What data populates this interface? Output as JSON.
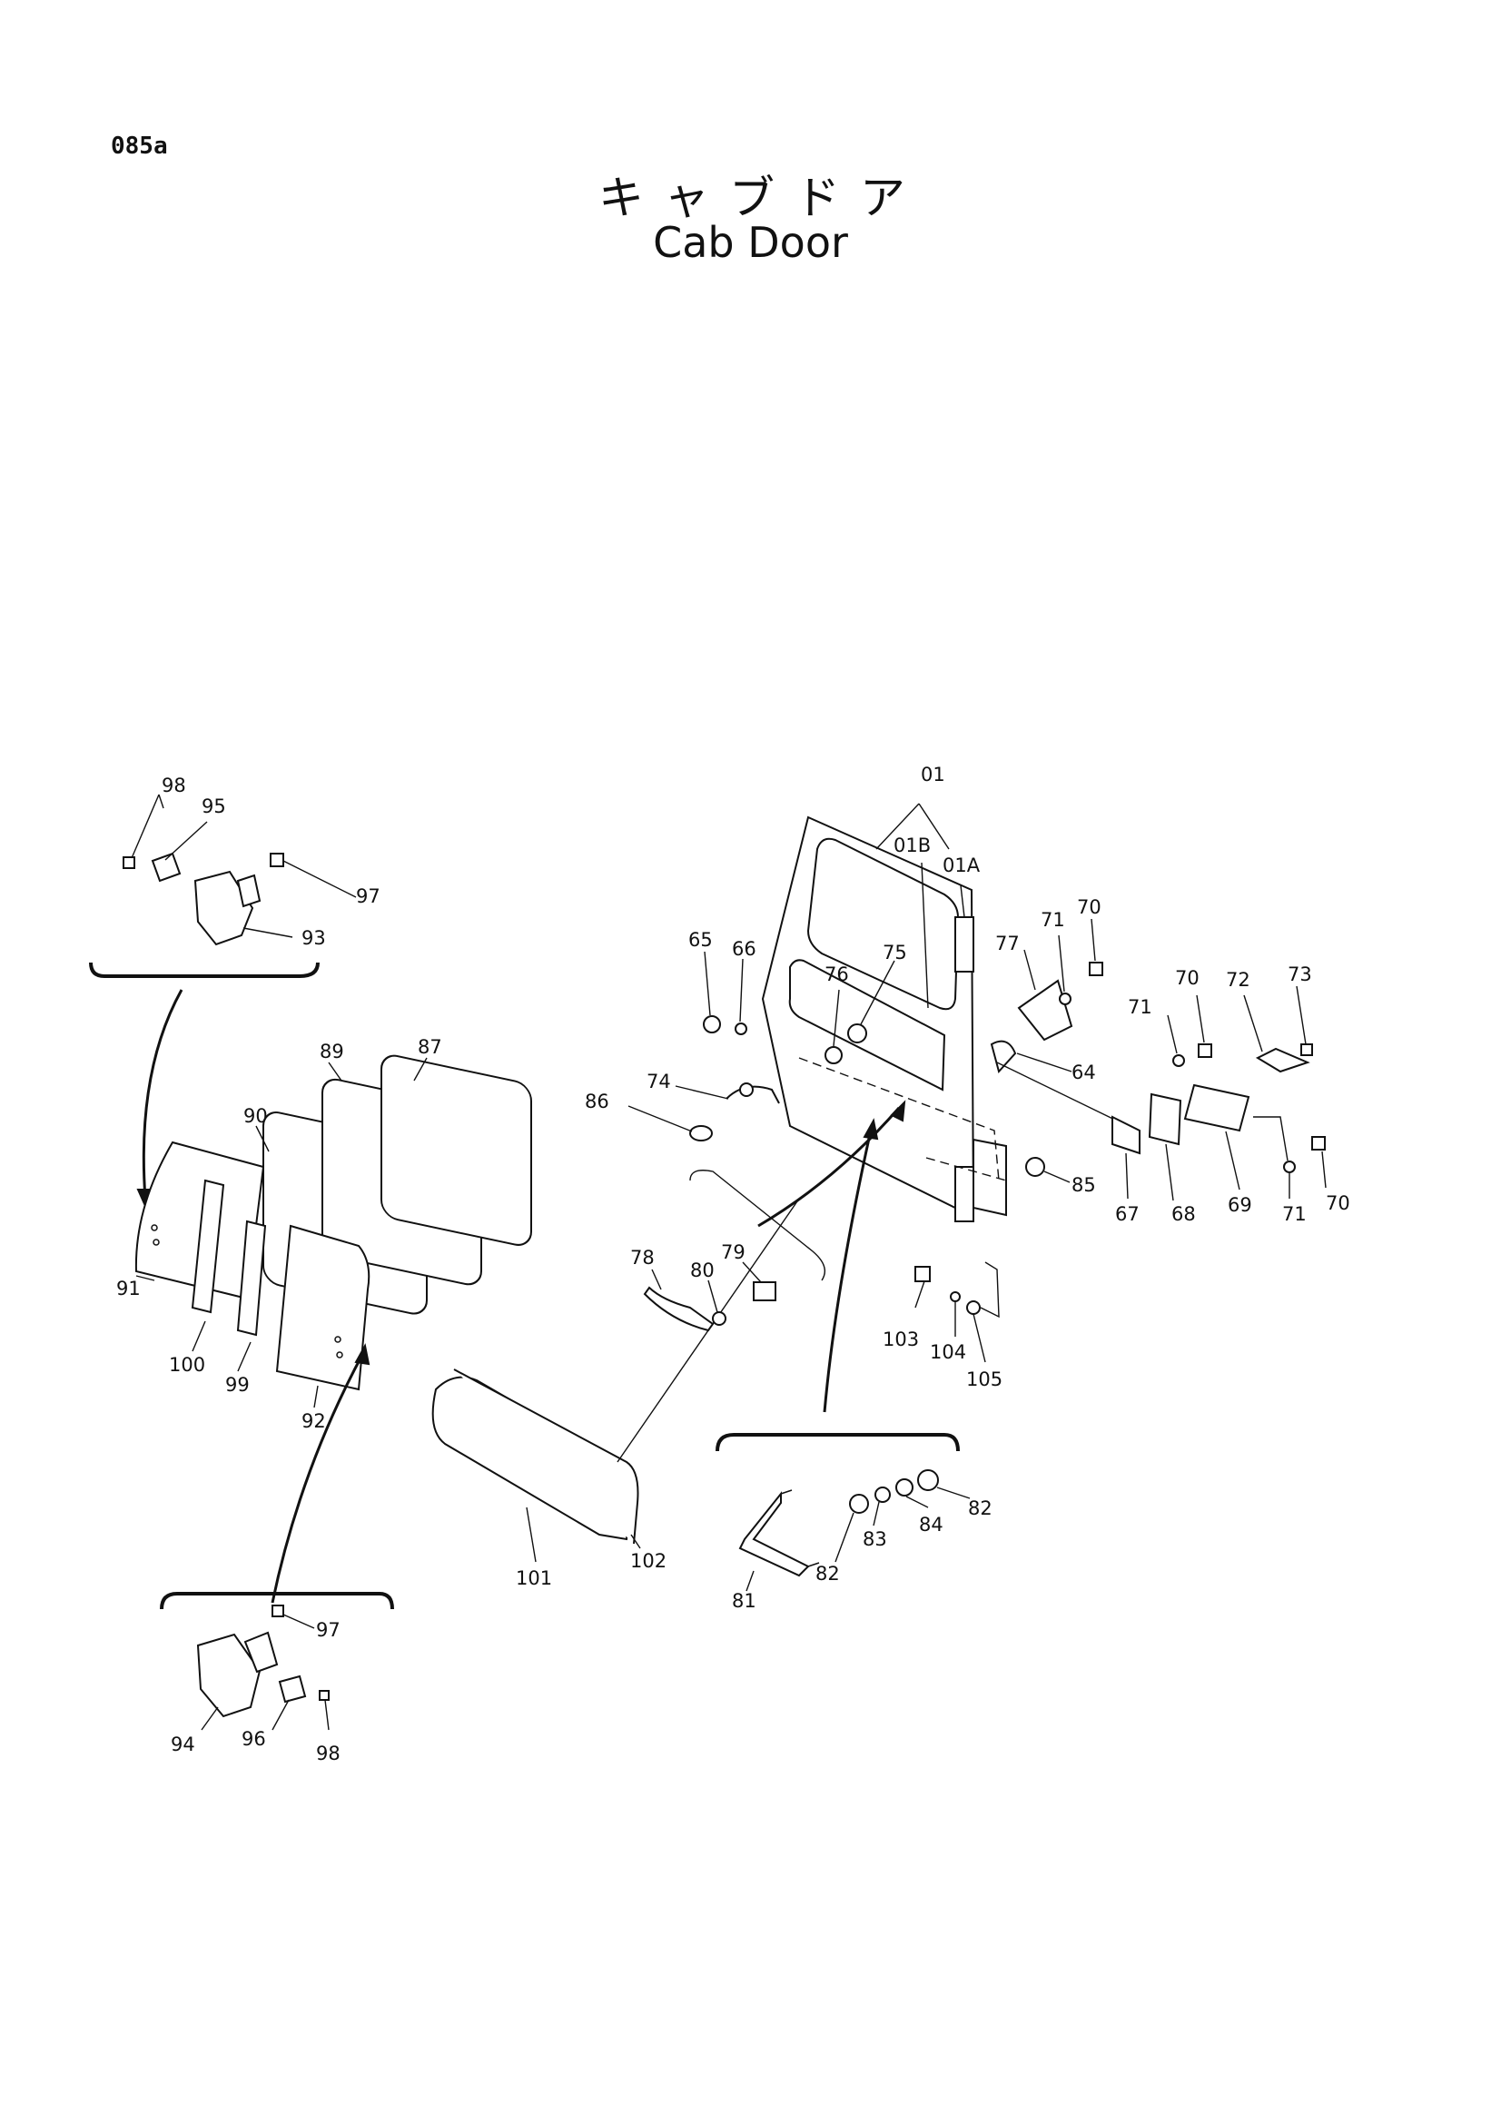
{
  "header": {
    "page_code": "085a",
    "title_jp": "キャブドア",
    "title_en": "Cab Door"
  },
  "callouts": [
    {
      "id": "c98a",
      "text": "98"
    },
    {
      "id": "c95",
      "text": "95"
    },
    {
      "id": "c97a",
      "text": "97"
    },
    {
      "id": "c93",
      "text": "93"
    },
    {
      "id": "c87",
      "text": "87"
    },
    {
      "id": "c89",
      "text": "89"
    },
    {
      "id": "c90",
      "text": "90"
    },
    {
      "id": "c91",
      "text": "91"
    },
    {
      "id": "c100",
      "text": "100"
    },
    {
      "id": "c99",
      "text": "99"
    },
    {
      "id": "c92",
      "text": "92"
    },
    {
      "id": "c97b",
      "text": "97"
    },
    {
      "id": "c94",
      "text": "94"
    },
    {
      "id": "c96",
      "text": "96"
    },
    {
      "id": "c98b",
      "text": "98"
    },
    {
      "id": "c101",
      "text": "101"
    },
    {
      "id": "c102",
      "text": "102"
    },
    {
      "id": "c01",
      "text": "01"
    },
    {
      "id": "c01B",
      "text": "01B"
    },
    {
      "id": "c01A",
      "text": "01A"
    },
    {
      "id": "c65",
      "text": "65"
    },
    {
      "id": "c66",
      "text": "66"
    },
    {
      "id": "c76",
      "text": "76"
    },
    {
      "id": "c75",
      "text": "75"
    },
    {
      "id": "c77",
      "text": "77"
    },
    {
      "id": "c71a",
      "text": "71"
    },
    {
      "id": "c70a",
      "text": "70"
    },
    {
      "id": "c64",
      "text": "64"
    },
    {
      "id": "c74",
      "text": "74"
    },
    {
      "id": "c86",
      "text": "86"
    },
    {
      "id": "c70b",
      "text": "70"
    },
    {
      "id": "c71b",
      "text": "71"
    },
    {
      "id": "c72",
      "text": "72"
    },
    {
      "id": "c73",
      "text": "73"
    },
    {
      "id": "c85",
      "text": "85"
    },
    {
      "id": "c67",
      "text": "67"
    },
    {
      "id": "c68",
      "text": "68"
    },
    {
      "id": "c69",
      "text": "69"
    },
    {
      "id": "c71c",
      "text": "71"
    },
    {
      "id": "c70c",
      "text": "70"
    },
    {
      "id": "c78",
      "text": "78"
    },
    {
      "id": "c79",
      "text": "79"
    },
    {
      "id": "c80",
      "text": "80"
    },
    {
      "id": "c103",
      "text": "103"
    },
    {
      "id": "c104",
      "text": "104"
    },
    {
      "id": "c105",
      "text": "105"
    },
    {
      "id": "c81",
      "text": "81"
    },
    {
      "id": "c82a",
      "text": "82"
    },
    {
      "id": "c83",
      "text": "83"
    },
    {
      "id": "c84",
      "text": "84"
    },
    {
      "id": "c82b",
      "text": "82"
    }
  ]
}
